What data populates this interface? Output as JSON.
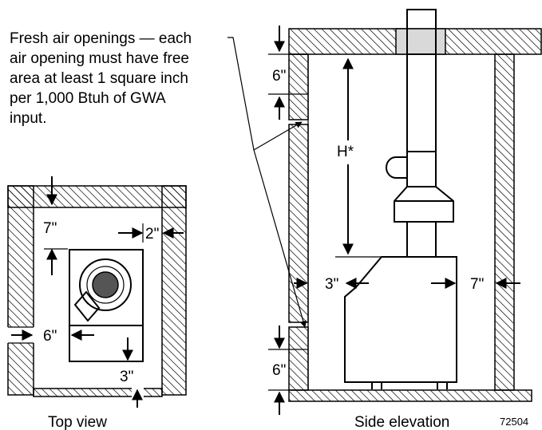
{
  "callout": {
    "line1": "Fresh air openings — each",
    "line2": "air opening must have free",
    "line3": "area at least 1 square inch",
    "line4": "per 1,000 Btuh of GWA",
    "line5": "input."
  },
  "top_view": {
    "caption": "Top view",
    "dim_back": "7\"",
    "dim_side_right": "2\"",
    "dim_side_left": "6\"",
    "dim_front": "3\""
  },
  "side_elevation": {
    "caption": "Side elevation",
    "dim_top_opening": "6\"",
    "dim_bottom_opening": "6\"",
    "dim_height": "H*",
    "dim_left_clearance": "3\"",
    "dim_right_clearance": "7\""
  },
  "figure_number": "72504",
  "colors": {
    "ink": "#000000",
    "fill": "#ffffff",
    "flue_collar": "#d9d9d9",
    "burner": "#555555"
  }
}
